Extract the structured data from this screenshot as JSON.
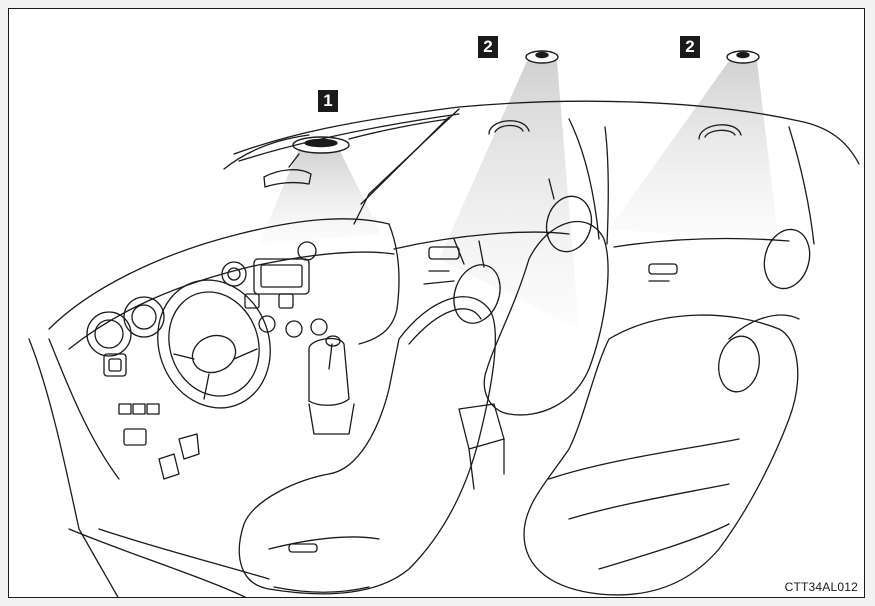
{
  "callouts": [
    {
      "number": "1",
      "target": "front interior light"
    },
    {
      "number": "2",
      "target": "rear interior light (left)"
    },
    {
      "number": "2",
      "target": "rear interior light (right)"
    }
  ],
  "figure_code": "CTT34AL012",
  "colors": {
    "line": "#1a1a1a",
    "light_beam": "#d9d9d9",
    "frame_background": "#f2f2f2"
  }
}
